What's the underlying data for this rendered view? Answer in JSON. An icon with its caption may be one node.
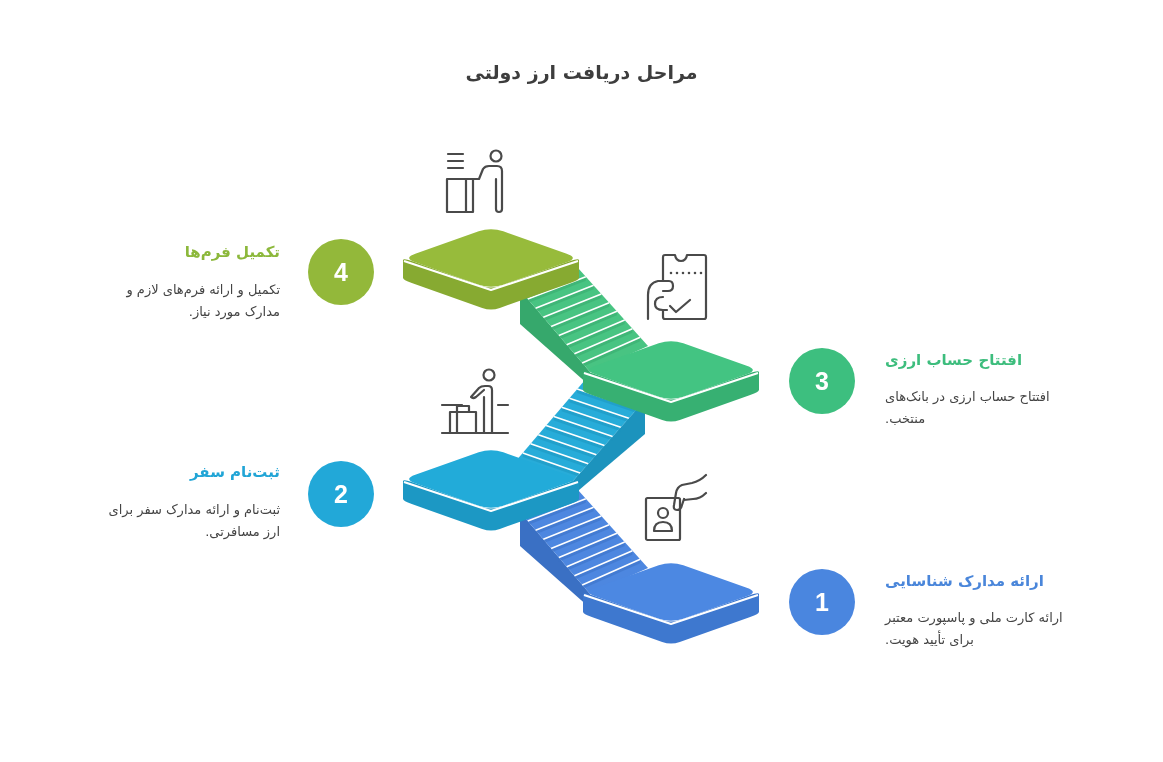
{
  "diagram": {
    "title": "مراحل دریافت ارز دولتی",
    "nodes": [
      {
        "text": [
          "4"
        ],
        "beside": [
          "تکمیل فرم‌ها",
          "تکمیل و ارائه فرم‌های لازم و مدارک مورد نیاز."
        ]
      },
      {
        "text": [
          "3"
        ],
        "beside": [
          "افتتاح حساب ارزی",
          "افتتاح حساب ارزی در بانک‌های منتخب."
        ]
      },
      {
        "text": [
          "2"
        ],
        "beside": [
          "ثبت‌نام سفر",
          "ثبت‌نام و ارائه مدارک سفر برای ارز مسافرتی."
        ]
      },
      {
        "text": [
          "1"
        ],
        "beside": [
          "ارائه مدارک شناسایی",
          "ارائه کارت ملی و پاسپورت معتبر برای تأیید هویت."
        ]
      }
    ]
  }
}
